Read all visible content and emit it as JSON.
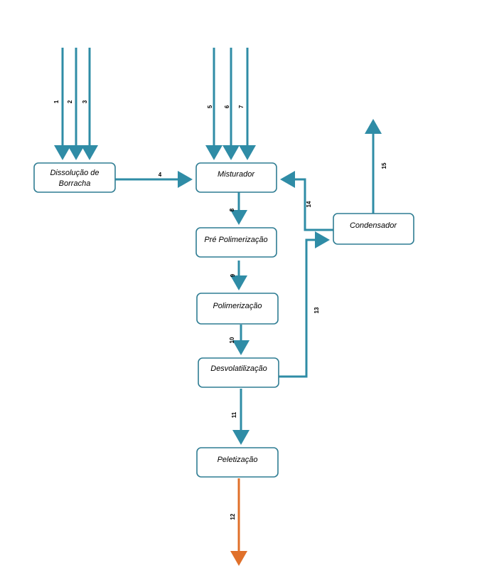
{
  "colors": {
    "stream": "#2f8ca6",
    "product_stream": "#e0702a",
    "box_border": "#2f7d93"
  },
  "units": {
    "dissolucao": {
      "line1": "Dissolução de",
      "line2": "Borracha"
    },
    "misturador": "Misturador",
    "pre_polimerizacao": "Pré Polimerização",
    "polimerizacao": "Polimerização",
    "desvolatilizacao": "Desvolatilização",
    "peletizacao": "Peletização",
    "condensador": "Condensador"
  },
  "streams": {
    "s1": "1",
    "s2": "2",
    "s3": "3",
    "s4": "4",
    "s5": "5",
    "s6": "6",
    "s7": "7",
    "s8": "8",
    "s9": "9",
    "s10": "10",
    "s11": "11",
    "s12": "12",
    "s13": "13",
    "s14": "14",
    "s15": "15"
  }
}
